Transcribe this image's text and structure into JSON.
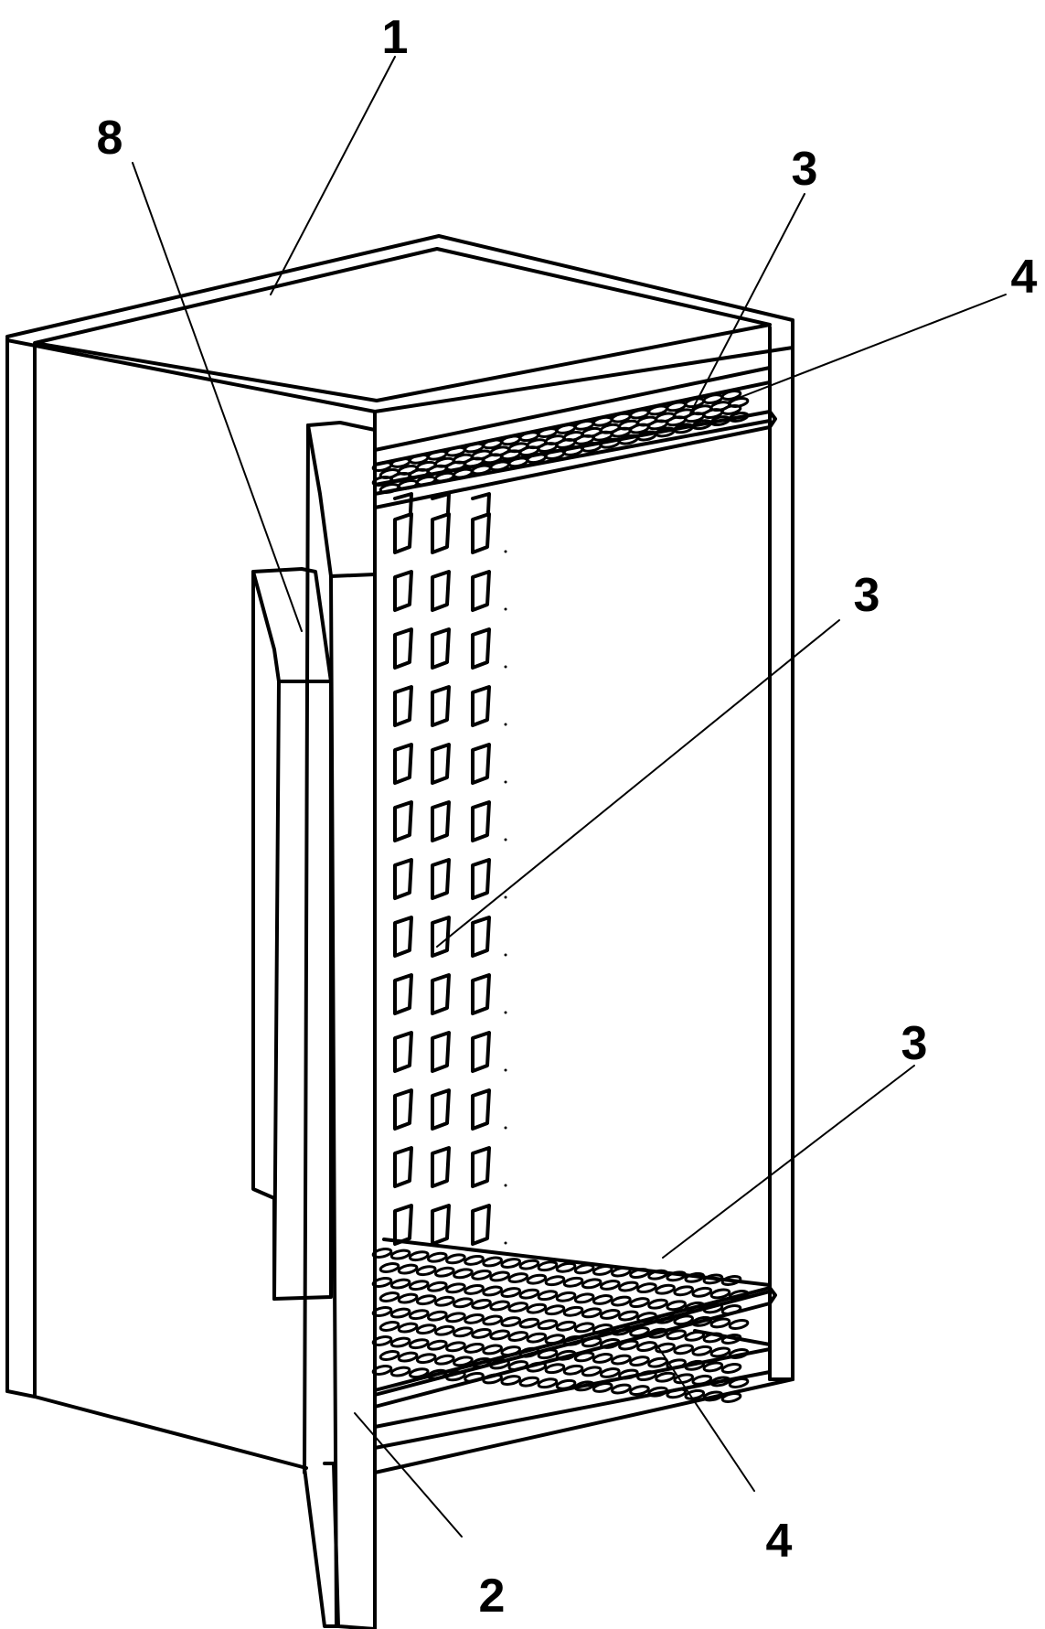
{
  "callouts": {
    "top_panel": "1",
    "door": "2",
    "upper_shelf": "3",
    "middle_shelf": "3",
    "lower_shelf": "3",
    "upper_rail": "4",
    "lower_rail": "4",
    "handle": "8"
  },
  "colors": {
    "ink": "#000000",
    "paper": "#ffffff"
  }
}
